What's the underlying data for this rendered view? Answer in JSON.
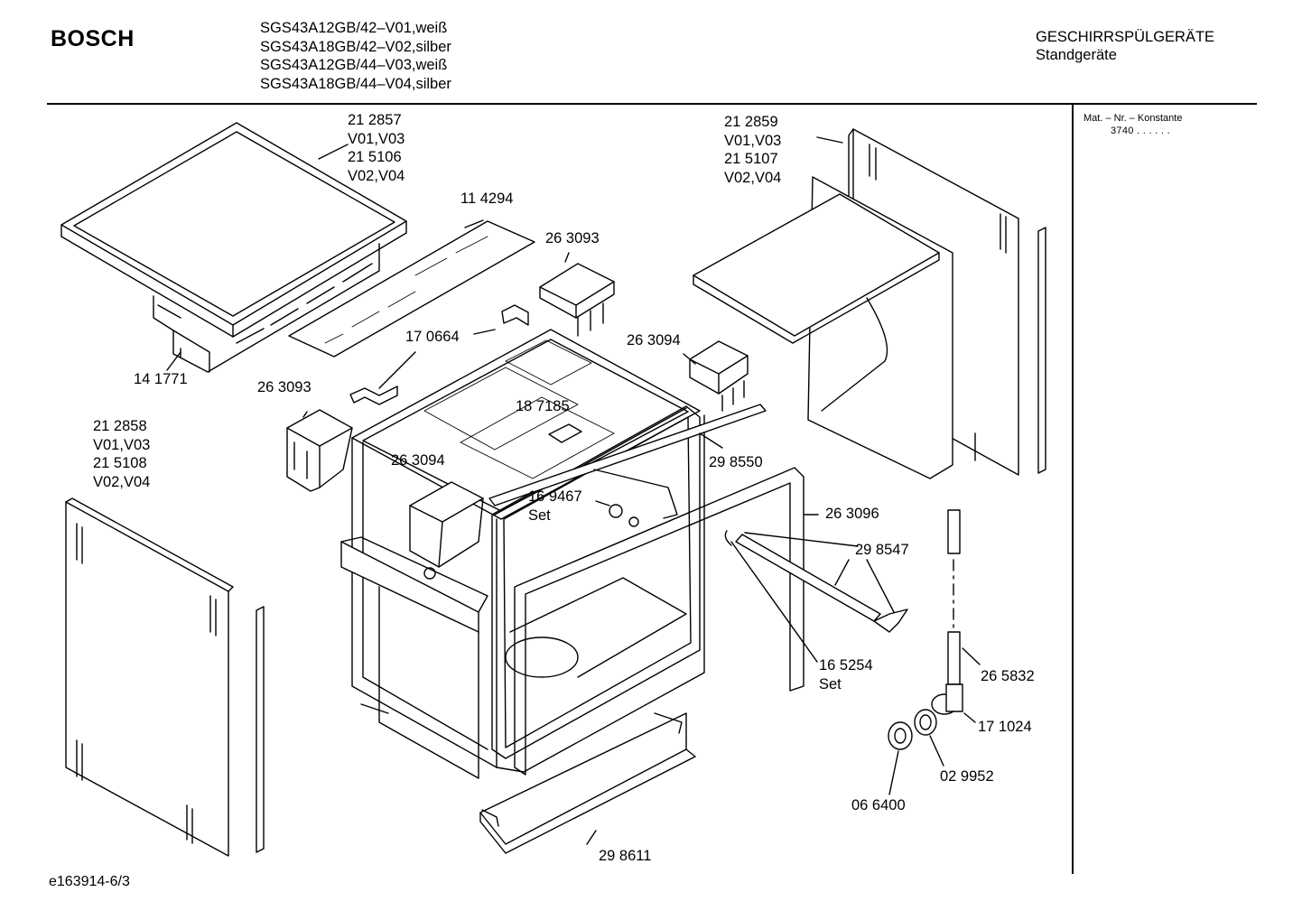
{
  "header": {
    "brand": "BOSCH",
    "models": [
      "SGS43A12GB/42–V01,weiß",
      "SGS43A18GB/42–V02,silber",
      "SGS43A12GB/44–V03,weiß",
      "SGS43A18GB/44–V04,silber"
    ],
    "category_line1": "GESCHIRRSPÜLGERÄTE",
    "category_line2": "Standgeräte"
  },
  "sidebar": {
    "mat_label": "Mat. – Nr. – Konstante",
    "mat_value": "3740  .  .   .  .  .  ."
  },
  "footer": {
    "doc_id": "e163914-6/3"
  },
  "parts": {
    "top_cover": [
      "21 2857",
      "V01,V03",
      "21 5106",
      "V02,V04"
    ],
    "right_panel": [
      "21 2859",
      "V01,V03",
      "21 5107",
      "V02,V04"
    ],
    "left_panel": [
      "21 2858",
      "V01,V03",
      "21 5108",
      "V02,V04"
    ],
    "insulation_mat": "11 4294",
    "bracket_top_right": "26 3093",
    "mount_bracket": "17 0664",
    "cover_block_right": "26 3094",
    "base_tray": "14 1771",
    "bracket_left": "26 3093",
    "center_clip": "18 7185",
    "cover_block_left": "26 3094",
    "door_seal_top": "29 8550",
    "hinge_set": [
      "16 9467",
      "Set"
    ],
    "door_seal_frame": "26 3096",
    "hinge_spring": "29 8547",
    "spring_set": [
      "16 5254",
      "Set"
    ],
    "drain_hose": "26 5832",
    "hose_elbow": "17 1024",
    "gasket": "02 9952",
    "cap": "06 6400",
    "kick_plate": "29 8611"
  }
}
